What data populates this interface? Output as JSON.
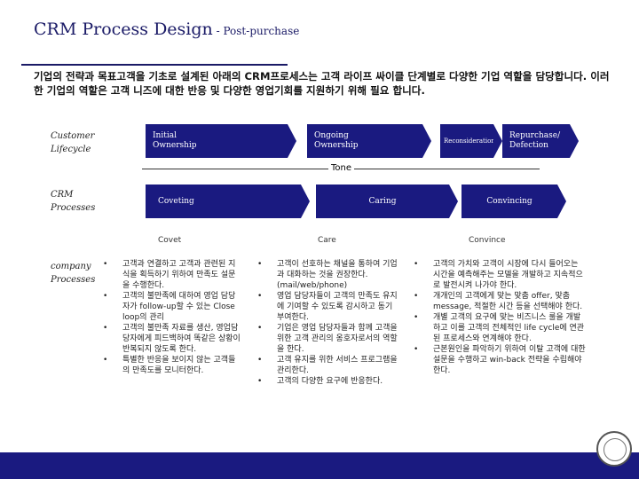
{
  "title": {
    "main": "CRM Process Design",
    "sub": " - Post-purchase"
  },
  "intro": "기업의 전략과 목표고객을 기초로 설계된 아래의 CRM프로세스는 고객 라이프 싸이클 단계별로 다양한 기업 역할을 담당합니다. 이러한 기업의 역할은 고객 니즈에 대한 반응 및 다양한 영업기회를 지원하기 위해 필요 합니다.",
  "side_labels": {
    "customer_lifecycle": [
      "Customer",
      "Lifecycle"
    ],
    "crm_processes": [
      "CRM",
      "Processes"
    ],
    "company_processes": [
      "company",
      "Processes"
    ]
  },
  "lifecycle": [
    {
      "label": [
        "Initial",
        "Ownership"
      ]
    },
    {
      "label": [
        "Ongoing",
        "Ownership"
      ]
    },
    {
      "label": [
        "Reconsideration"
      ]
    },
    {
      "label": [
        "Repurchase/",
        "Defection"
      ]
    }
  ],
  "tone": "Tone",
  "processes": [
    {
      "label": "Coveting",
      "caption": "Covet"
    },
    {
      "label": "Caring",
      "caption": "Care"
    },
    {
      "label": "Convincing",
      "caption": "Convince"
    }
  ],
  "columns": [
    [
      "고객과 연결하고 고객과 관련된 지식을 획득하기 위하여 만족도 설문을 수행한다.",
      "고객의 불만족에 대하여 영업 담당자가 follow-up할 수 있는 Close loop의 관리",
      "고객의 불만족 자료를 생산, 영업담당자에게 피드백하여 똑같은 상황이 반복되지 않도록 한다.",
      "특별한 반응을 보이지 않는 고객들의 만족도를 모니터한다."
    ],
    [
      "고객이 선호하는 채널을 통하여 기업과 대화하는 것을 권장한다. (mail/web/phone)",
      "영업 담당자들이 고객의 만족도 유지에 기여할 수 있도록 감시하고 동기 부여한다.",
      "기업은 영업 담당자들과 함께 고객을 위한 고객 관리의 옹호자로서의 역할을 한다.",
      "고객 유지를 위한 서비스 프로그램을 관리한다.",
      "고객의 다양한 요구에 반응한다."
    ],
    [
      "고객의 가치와 고객이 시장에 다시 들어오는 시간을 예측해주는 모델을 개발하고 지속적으로 발전시켜 나가야 한다.",
      "개개인의 고객에게 맞는 맞춤 offer, 맞춤 message, 적절한 시간 등을 선택해야 한다.",
      "개별 고객의 요구에 맞는 비즈니스 룰을 개발하고 이를 고객의 전체적인 life cycle에 연관된 프로세스와 연계해야 한다.",
      "근본원인을 파악하기 위하여 이탈 고객에 대한 설문을 수행하고 win-back 전략을 수립해야 한다."
    ]
  ]
}
